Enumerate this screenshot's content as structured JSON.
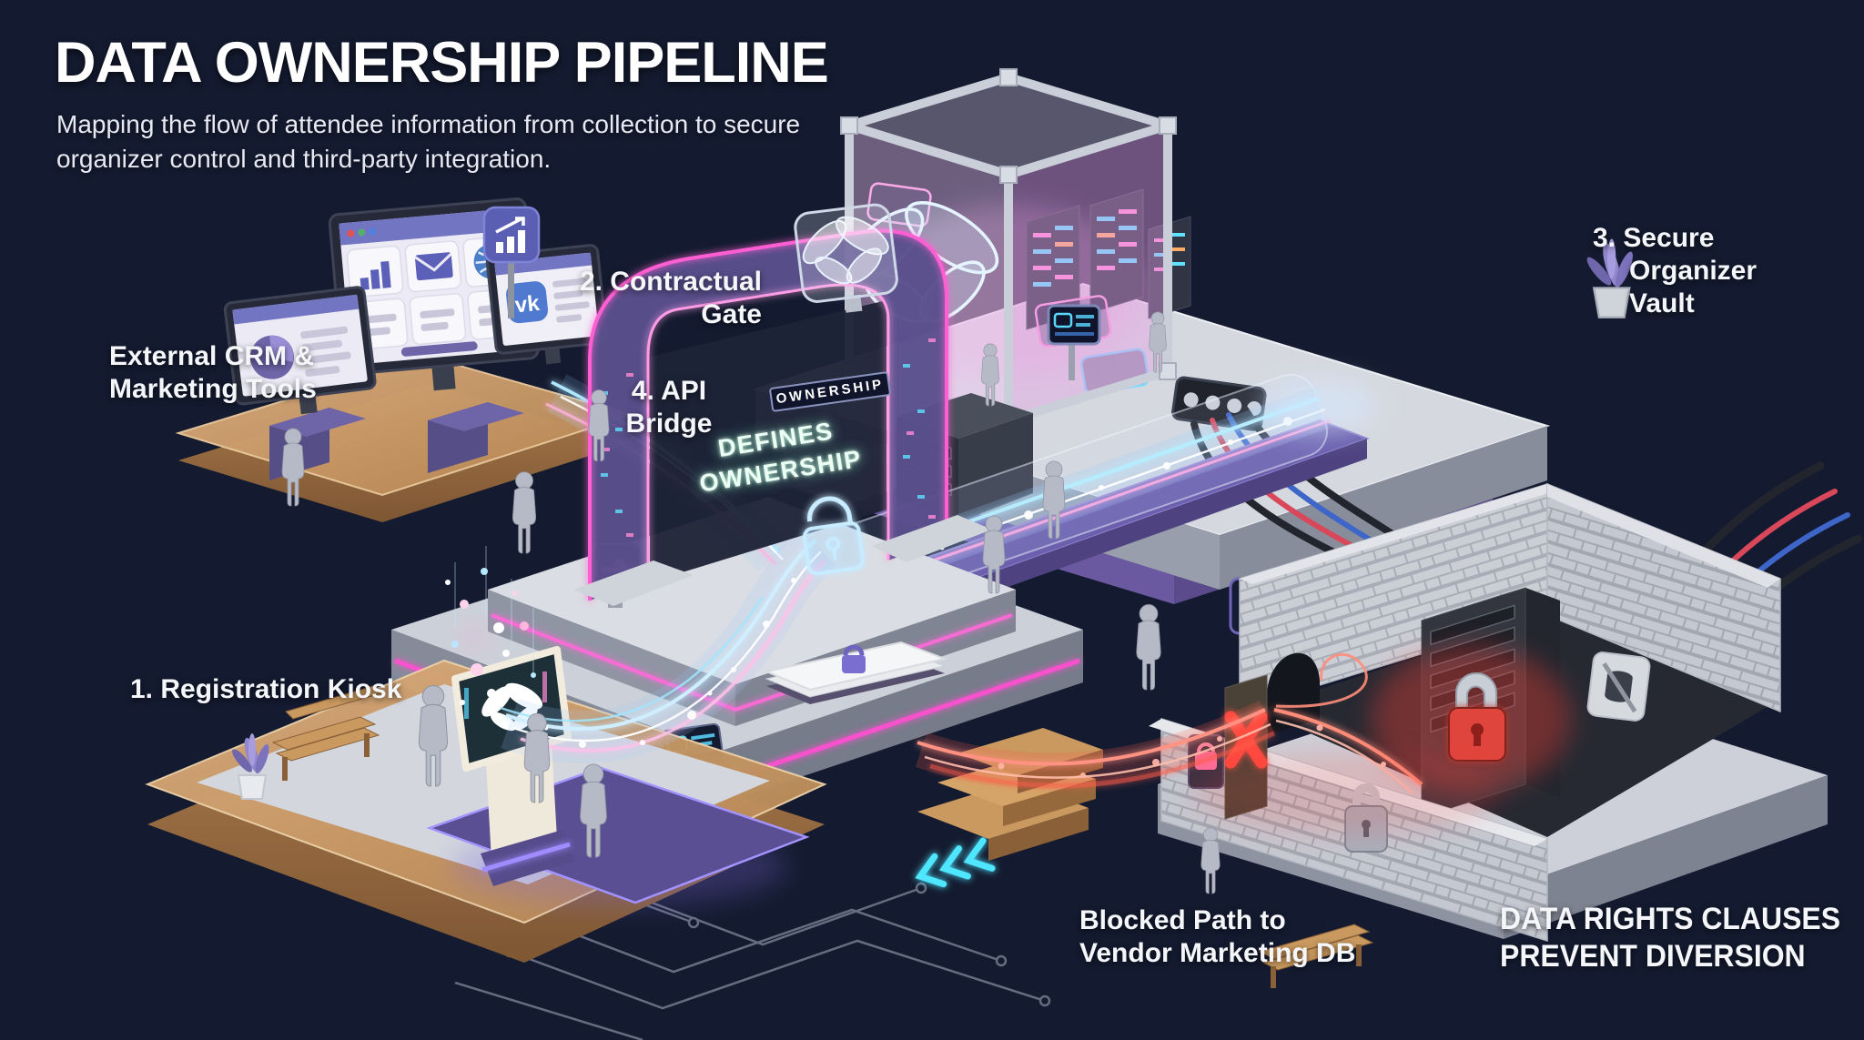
{
  "title": "DATA OWNERSHIP PIPELINE",
  "subtitle": "Mapping the flow of attendee information from collection to secure\norganizer control and third-party integration.",
  "labels": {
    "crm": "External CRM &\nMarketing Tools",
    "kiosk": "1. Registration Kiosk",
    "gate": "2. Contractual\nGate",
    "api": "4. API\nBridge",
    "vault": "3. Secure\nOrganizer\nVault",
    "blocked": "Blocked Path to\nVendor Marketing DB",
    "rights": "DATA RIGHTS CLAUSES\nPREVENT DIVERSION"
  },
  "gate": {
    "banner": "OWNERSHIP",
    "screen": "DEFINES\nOWNERSHIP"
  },
  "icons": {
    "vk_logo_text": "vk"
  },
  "colors": {
    "background": "#141b30",
    "neon_pink": "#ff5ed2",
    "neon_cyan": "#55e6ff",
    "stream_blue": "#9fe6ff",
    "stream_pink": "#ffb0e6",
    "alert_red": "#ff4840",
    "wood": "#c89a6b",
    "metal": "#c9ced8",
    "glass_purple": "#e3b5e8"
  }
}
